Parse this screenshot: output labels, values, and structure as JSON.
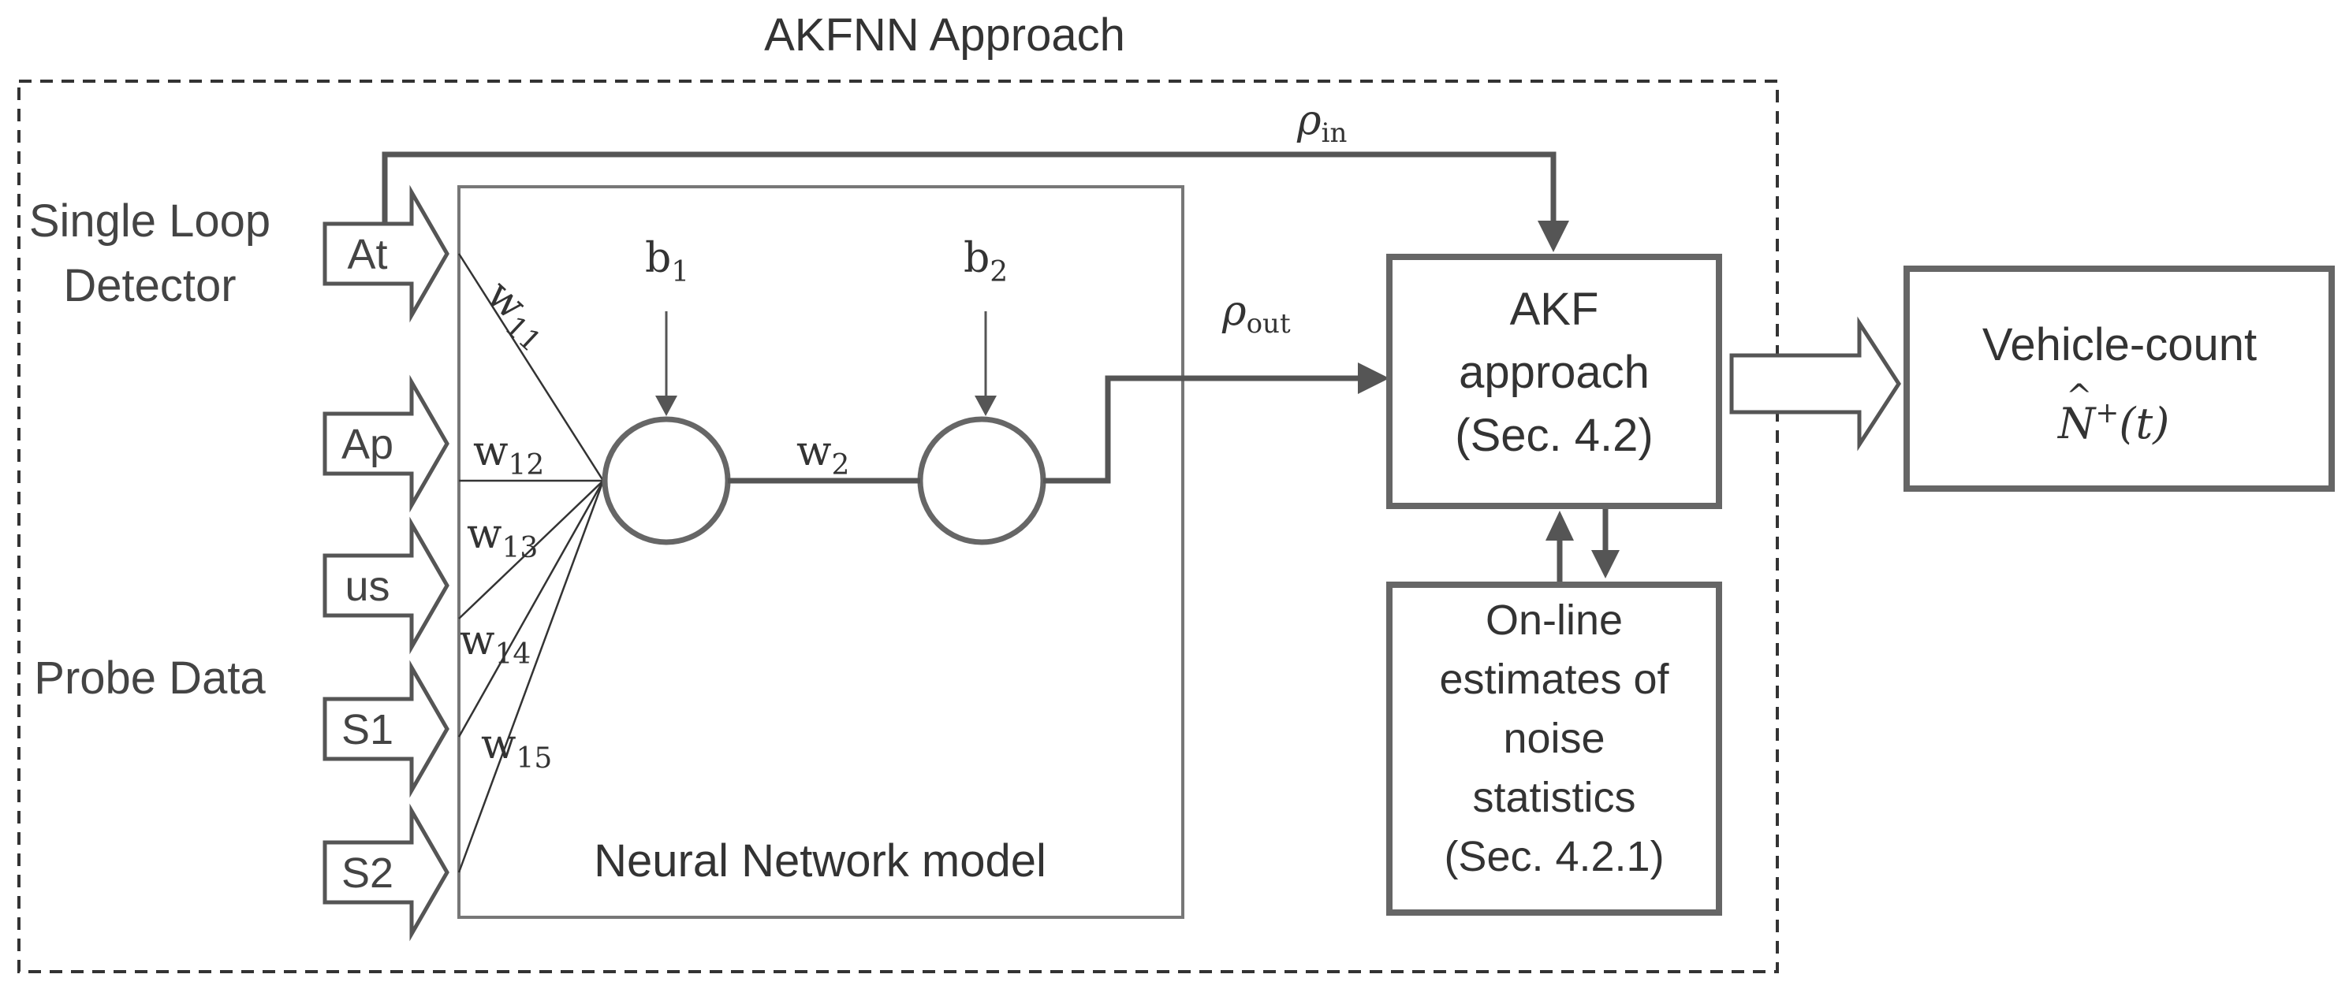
{
  "title": "AKFNN Approach",
  "labels": {
    "single_loop_line1": "Single Loop",
    "single_loop_line2": "Detector",
    "probe_data": "Probe Data"
  },
  "inputs": [
    "At",
    "Ap",
    "us",
    "S1",
    "S2"
  ],
  "neural_network": {
    "label": "Neural Network model",
    "bias1": "b",
    "bias1_sub": "1",
    "bias2": "b",
    "bias2_sub": "2",
    "weight_w2": "w",
    "weight_w2_sub": "2",
    "weights": [
      {
        "base": "w",
        "sub": "11"
      },
      {
        "base": "w",
        "sub": "12"
      },
      {
        "base": "w",
        "sub": "13"
      },
      {
        "base": "w",
        "sub": "14"
      },
      {
        "base": "w",
        "sub": "15"
      }
    ]
  },
  "signals": {
    "rho_in": "ρ",
    "rho_in_sub": "in",
    "rho_out": "ρ",
    "rho_out_sub": "out"
  },
  "akf_box": {
    "line1": "AKF",
    "line2": "approach",
    "line3": "(Sec. 4.2)"
  },
  "noise_box": {
    "line1": "On-line",
    "line2": "estimates of",
    "line3": "noise",
    "line4": "statistics",
    "line5": "(Sec. 4.2.1)"
  },
  "output_box": {
    "line1": "Vehicle-count",
    "formula_base": "N",
    "formula_hat": "^",
    "formula_sup": "+",
    "formula_arg": "(t)"
  },
  "colors": {
    "line": "#555555",
    "thin_line": "#333333",
    "text": "#333333",
    "box_border": "#666666"
  }
}
